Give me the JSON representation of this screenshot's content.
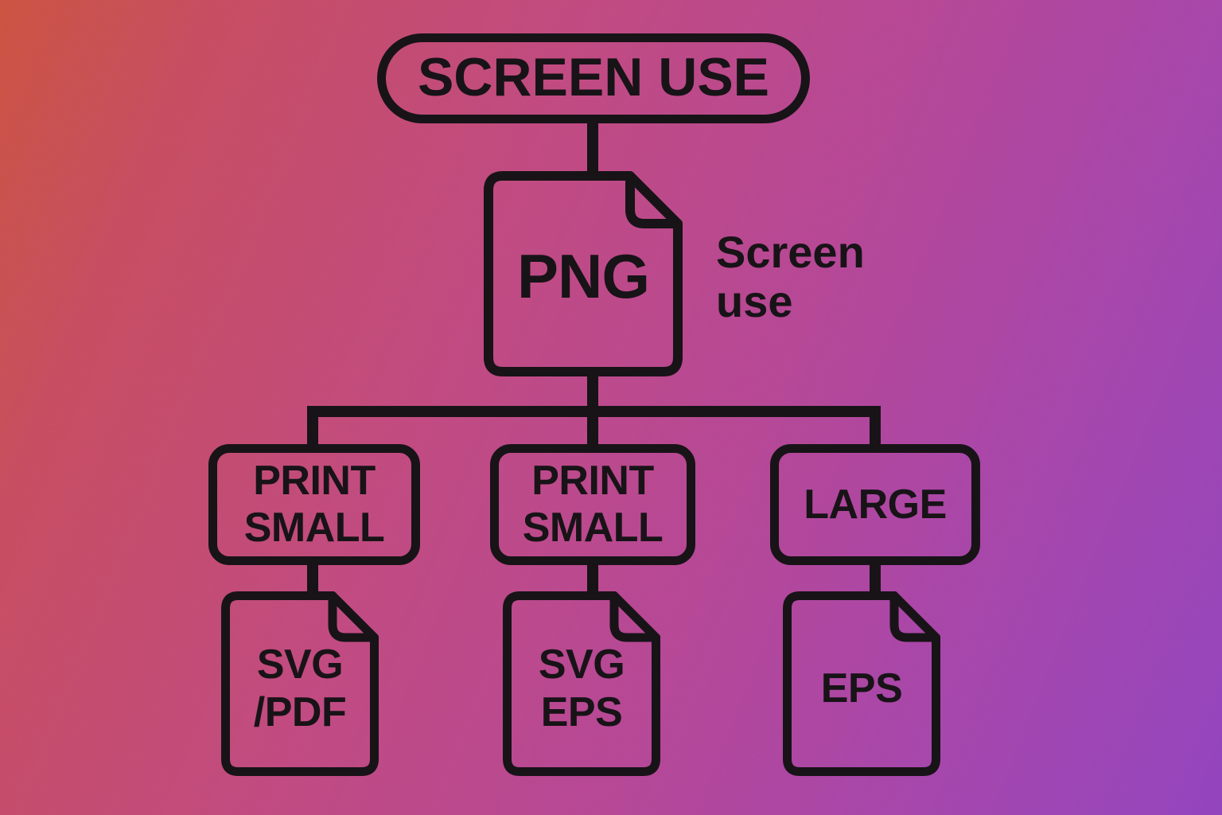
{
  "colors": {
    "ink": "#1d171c",
    "background_gradient": [
      "#f3654f",
      "#e75a9b",
      "#b153e4"
    ]
  },
  "root_pill": {
    "label": "SCREEN USE"
  },
  "level1": {
    "file_type": "PNG",
    "annotation_line1": "Screen",
    "annotation_line2": "use"
  },
  "branches": [
    {
      "category_line1": "PRINT",
      "category_line2": "SMALL",
      "file_line1": "SVG",
      "file_line2": "/PDF"
    },
    {
      "category_line1": "PRINT",
      "category_line2": "SMALL",
      "file_line1": "SVG",
      "file_line2": "EPS"
    },
    {
      "category_line1": "LARGE",
      "category_line2": "",
      "file_line1": "EPS",
      "file_line2": ""
    }
  ]
}
